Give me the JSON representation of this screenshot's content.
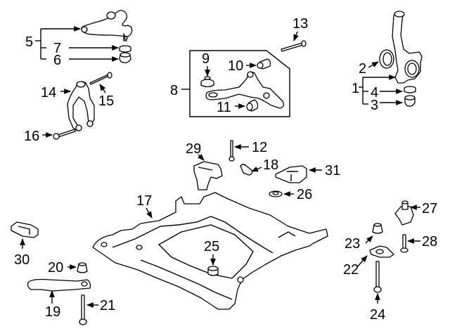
{
  "diagram": {
    "type": "exploded-parts",
    "colors": {
      "line": "#000000",
      "background": "#ffffff",
      "fill": "#ffffff"
    },
    "callouts": [
      {
        "id": "1",
        "label": "1",
        "part": "steering-knuckle"
      },
      {
        "id": "2",
        "label": "2",
        "part": "dust-shield"
      },
      {
        "id": "3",
        "label": "3",
        "part": "ball-joint-boot"
      },
      {
        "id": "4",
        "label": "4",
        "part": "ball-joint-clip"
      },
      {
        "id": "5",
        "label": "5",
        "part": "upper-control-arm"
      },
      {
        "id": "6",
        "label": "6",
        "part": "upper-ball-joint-boot"
      },
      {
        "id": "7",
        "label": "7",
        "part": "upper-ball-joint-clip"
      },
      {
        "id": "8",
        "label": "8",
        "part": "lower-control-arm-assembly"
      },
      {
        "id": "9",
        "label": "9",
        "part": "ball-joint-boot"
      },
      {
        "id": "10",
        "label": "10",
        "part": "front-bushing"
      },
      {
        "id": "11",
        "label": "11",
        "part": "rear-bushing"
      },
      {
        "id": "12",
        "label": "12",
        "part": "bolt"
      },
      {
        "id": "13",
        "label": "13",
        "part": "bolt"
      },
      {
        "id": "14",
        "label": "14",
        "part": "fork"
      },
      {
        "id": "15",
        "label": "15",
        "part": "bolt"
      },
      {
        "id": "16",
        "label": "16",
        "part": "bolt"
      },
      {
        "id": "17",
        "label": "17",
        "part": "subframe"
      },
      {
        "id": "18",
        "label": "18",
        "part": "clip"
      },
      {
        "id": "19",
        "label": "19",
        "part": "brace"
      },
      {
        "id": "20",
        "label": "20",
        "part": "nut"
      },
      {
        "id": "21",
        "label": "21",
        "part": "bolt"
      },
      {
        "id": "22",
        "label": "22",
        "part": "bracket"
      },
      {
        "id": "23",
        "label": "23",
        "part": "nut"
      },
      {
        "id": "24",
        "label": "24",
        "part": "bolt"
      },
      {
        "id": "25",
        "label": "25",
        "part": "bushing"
      },
      {
        "id": "26",
        "label": "26",
        "part": "washer"
      },
      {
        "id": "27",
        "label": "27",
        "part": "stopper"
      },
      {
        "id": "28",
        "label": "28",
        "part": "bolt"
      },
      {
        "id": "29",
        "label": "29",
        "part": "bracket"
      },
      {
        "id": "30",
        "label": "30",
        "part": "bracket"
      },
      {
        "id": "31",
        "label": "31",
        "part": "bracket"
      }
    ]
  }
}
